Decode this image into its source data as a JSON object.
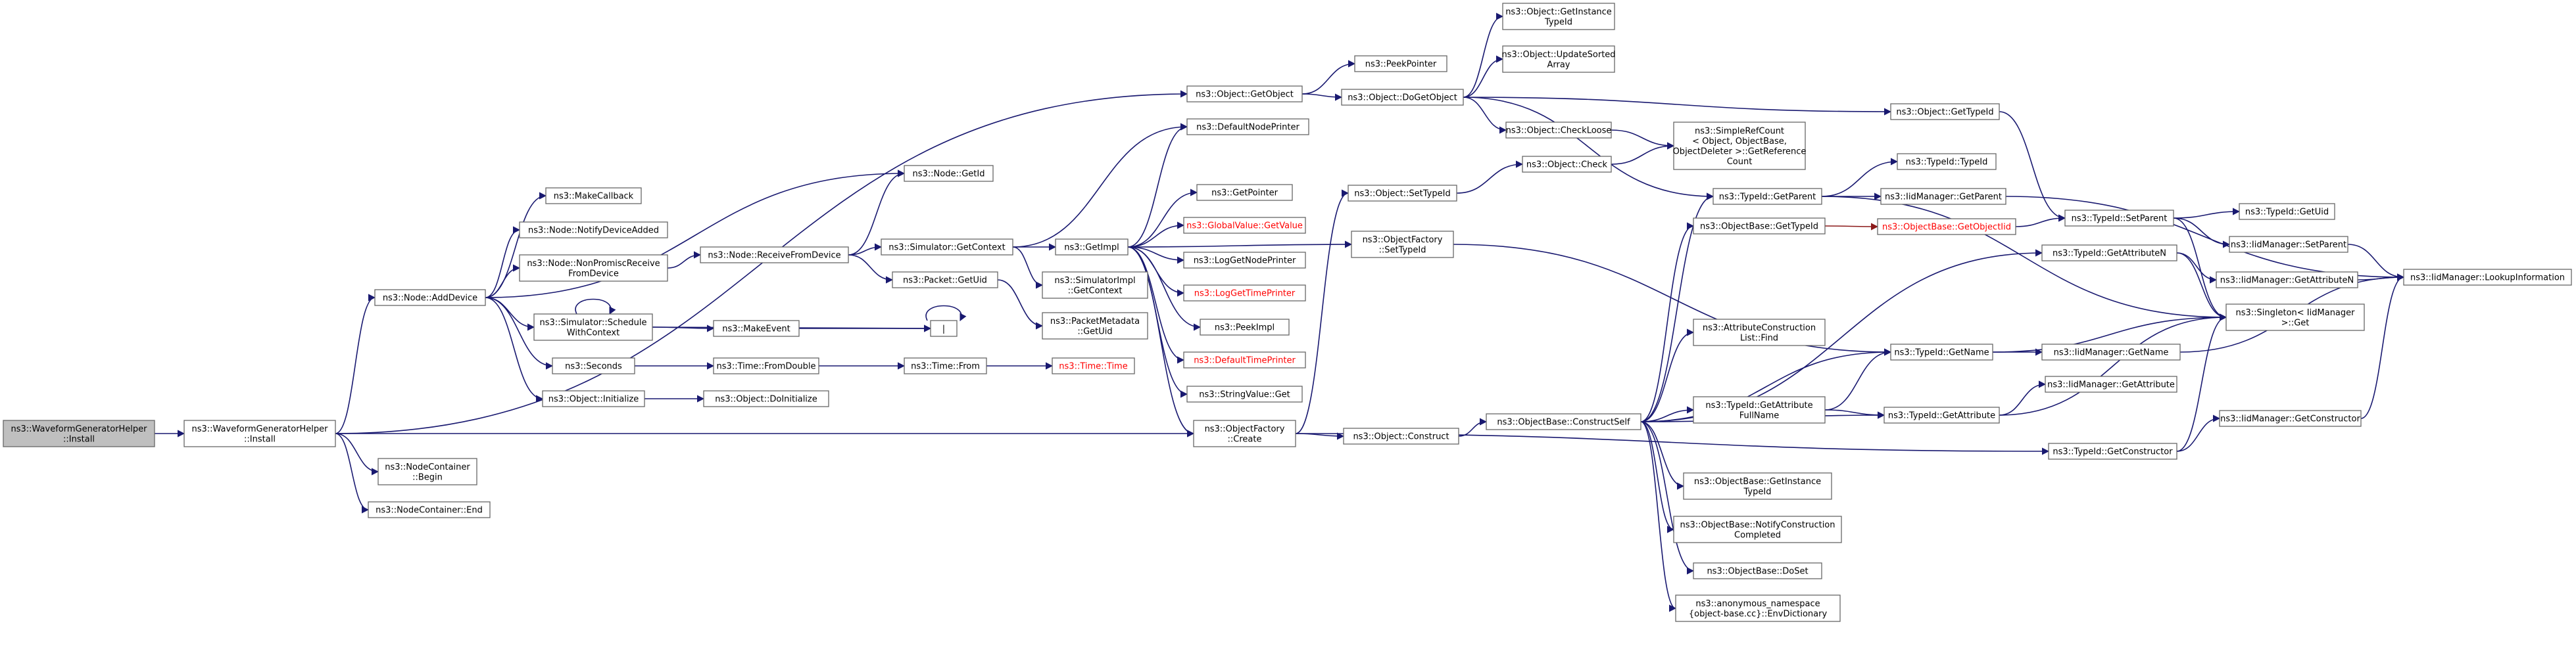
{
  "colors": {
    "edge": "#191970",
    "edge_red": "#8b1a1a",
    "box_fill": "#ffffff",
    "box_fill_root": "#bfbfbf",
    "box_stroke": "#666666",
    "text": "#000000",
    "text_red": "#ff0000"
  },
  "nodes": [
    {
      "id": "install_root",
      "lines": [
        "ns3::WaveformGeneratorHelper",
        "::Install"
      ],
      "root": true
    },
    {
      "id": "helper_install",
      "lines": [
        "ns3::WaveformGeneratorHelper",
        "::Install"
      ]
    },
    {
      "id": "nc_begin",
      "lines": [
        "ns3::NodeContainer",
        "::Begin"
      ]
    },
    {
      "id": "nc_end",
      "lines": [
        "ns3::NodeContainer::End"
      ]
    },
    {
      "id": "node_adddevice",
      "lines": [
        "ns3::Node::AddDevice"
      ]
    },
    {
      "id": "node_getid",
      "lines": [
        "ns3::Node::GetId"
      ]
    },
    {
      "id": "makecallback",
      "lines": [
        "ns3::MakeCallback"
      ]
    },
    {
      "id": "notifydeviceadded",
      "lines": [
        "ns3::Node::NotifyDeviceAdded"
      ]
    },
    {
      "id": "nonpromisc",
      "lines": [
        "ns3::Node::NonPromiscReceive",
        "FromDevice"
      ]
    },
    {
      "id": "schedulewithcontext",
      "lines": [
        "ns3::Simulator::Schedule",
        "WithContext"
      ]
    },
    {
      "id": "seconds",
      "lines": [
        "ns3::Seconds"
      ]
    },
    {
      "id": "object_initialize",
      "lines": [
        "ns3::Object::Initialize"
      ]
    },
    {
      "id": "receivefromdevice",
      "lines": [
        "ns3::Node::ReceiveFromDevice"
      ]
    },
    {
      "id": "makeevent",
      "lines": [
        "ns3::MakeEvent"
      ]
    },
    {
      "id": "pipe",
      "lines": [
        "|"
      ]
    },
    {
      "id": "time_fromdouble",
      "lines": [
        "ns3::Time::FromDouble"
      ]
    },
    {
      "id": "doinitialize",
      "lines": [
        "ns3::Object::DoInitialize"
      ]
    },
    {
      "id": "sim_getcontext",
      "lines": [
        "ns3::Simulator::GetContext"
      ]
    },
    {
      "id": "packet_getuid",
      "lines": [
        "ns3::Packet::GetUid"
      ]
    },
    {
      "id": "time_from",
      "lines": [
        "ns3::Time::From"
      ]
    },
    {
      "id": "time_time",
      "lines": [
        "ns3::Time::Time"
      ],
      "red": true
    },
    {
      "id": "getimpl",
      "lines": [
        "ns3::GetImpl"
      ]
    },
    {
      "id": "simimpl_getcontext",
      "lines": [
        "ns3::SimulatorImpl",
        "::GetContext"
      ]
    },
    {
      "id": "packetmetadata_getuid",
      "lines": [
        "ns3::PacketMetadata",
        "::GetUid"
      ]
    },
    {
      "id": "object_getobject",
      "lines": [
        "ns3::Object::GetObject"
      ]
    },
    {
      "id": "defaultnodeprinter",
      "lines": [
        "ns3::DefaultNodePrinter"
      ]
    },
    {
      "id": "getpointer",
      "lines": [
        "ns3::GetPointer"
      ]
    },
    {
      "id": "globalvalue_getvalue",
      "lines": [
        "ns3::GlobalValue::GetValue"
      ],
      "red": true
    },
    {
      "id": "lognodeprinter",
      "lines": [
        "ns3::LogGetNodePrinter"
      ]
    },
    {
      "id": "logtimeprinter",
      "lines": [
        "ns3::LogGetTimePrinter"
      ],
      "red": true
    },
    {
      "id": "peekimpl",
      "lines": [
        "ns3::PeekImpl"
      ]
    },
    {
      "id": "defaulttimeprinter",
      "lines": [
        "ns3::DefaultTimePrinter"
      ],
      "red": true
    },
    {
      "id": "stringvalue_get",
      "lines": [
        "ns3::StringValue::Get"
      ]
    },
    {
      "id": "objectfactory_create",
      "lines": [
        "ns3::ObjectFactory",
        "::Create"
      ]
    },
    {
      "id": "peekpointer",
      "lines": [
        "ns3::PeekPointer"
      ]
    },
    {
      "id": "object_dogetobject",
      "lines": [
        "ns3::Object::DoGetObject"
      ]
    },
    {
      "id": "object_settypeid",
      "lines": [
        "ns3::Object::SetTypeId"
      ]
    },
    {
      "id": "objectfactory_settypeid",
      "lines": [
        "ns3::ObjectFactory",
        "::SetTypeId"
      ]
    },
    {
      "id": "object_construct",
      "lines": [
        "ns3::Object::Construct"
      ]
    },
    {
      "id": "object_getinstancetypeid",
      "lines": [
        "ns3::Object::GetInstance",
        "TypeId"
      ]
    },
    {
      "id": "object_updatesortedarray",
      "lines": [
        "ns3::Object::UpdateSorted",
        "Array"
      ]
    },
    {
      "id": "object_checkloose",
      "lines": [
        "ns3::Object::CheckLoose"
      ]
    },
    {
      "id": "object_check",
      "lines": [
        "ns3::Object::Check"
      ]
    },
    {
      "id": "simplerefcount",
      "lines": [
        "ns3::SimpleRefCount",
        "< Object, ObjectBase,",
        "ObjectDeleter >::GetReference",
        "Count"
      ]
    },
    {
      "id": "objectbase_constructself",
      "lines": [
        "ns3::ObjectBase::ConstructSelf"
      ]
    },
    {
      "id": "objectbase_gettypeid",
      "lines": [
        "ns3::ObjectBase::GetTypeId"
      ]
    },
    {
      "id": "attrconstructionlist_find",
      "lines": [
        "ns3::AttributeConstruction",
        "List::Find"
      ]
    },
    {
      "id": "typeid_getattributefullname",
      "lines": [
        "ns3::TypeId::GetAttribute",
        "FullName"
      ]
    },
    {
      "id": "objectbase_getinstancetypeid",
      "lines": [
        "ns3::ObjectBase::GetInstance",
        "TypeId"
      ]
    },
    {
      "id": "notifyconstructioncompleted",
      "lines": [
        "ns3::ObjectBase::NotifyConstruction",
        "Completed"
      ]
    },
    {
      "id": "objectbase_doset",
      "lines": [
        "ns3::ObjectBase::DoSet"
      ]
    },
    {
      "id": "envdictionary",
      "lines": [
        "ns3::anonymous_namespace",
        "{object-base.cc}::EnvDictionary"
      ]
    },
    {
      "id": "object_gettypeid",
      "lines": [
        "ns3::Object::GetTypeId"
      ]
    },
    {
      "id": "typeid_getparent",
      "lines": [
        "ns3::TypeId::GetParent"
      ]
    },
    {
      "id": "typeid_typeid",
      "lines": [
        "ns3::TypeId::TypeId"
      ]
    },
    {
      "id": "iidmanager_getparent",
      "lines": [
        "ns3::IidManager::GetParent"
      ]
    },
    {
      "id": "objectbase_getobjectiid",
      "lines": [
        "ns3::ObjectBase::GetObjectIid"
      ],
      "red": true
    },
    {
      "id": "typeid_setparent",
      "lines": [
        "ns3::TypeId::SetParent"
      ]
    },
    {
      "id": "typeid_getattributen",
      "lines": [
        "ns3::TypeId::GetAttributeN"
      ]
    },
    {
      "id": "typeid_getname",
      "lines": [
        "ns3::TypeId::GetName"
      ]
    },
    {
      "id": "typeid_getattribute",
      "lines": [
        "ns3::TypeId::GetAttribute"
      ]
    },
    {
      "id": "typeid_getconstructor",
      "lines": [
        "ns3::TypeId::GetConstructor"
      ]
    },
    {
      "id": "typeid_getuid",
      "lines": [
        "ns3::TypeId::GetUid"
      ]
    },
    {
      "id": "iidmanager_setparent",
      "lines": [
        "ns3::IidManager::SetParent"
      ]
    },
    {
      "id": "iidmanager_getattributen",
      "lines": [
        "ns3::IidManager::GetAttributeN"
      ]
    },
    {
      "id": "singleton_get",
      "lines": [
        "ns3::Singleton< IidManager",
        ">::Get"
      ]
    },
    {
      "id": "iidmanager_getname",
      "lines": [
        "ns3::IidManager::GetName"
      ]
    },
    {
      "id": "iidmanager_getattribute",
      "lines": [
        "ns3::IidManager::GetAttribute"
      ]
    },
    {
      "id": "iidmanager_getconstructor",
      "lines": [
        "ns3::IidManager::GetConstructor"
      ]
    },
    {
      "id": "iidmanager_lookupinformation",
      "lines": [
        "ns3::IidManager::LookupInformation"
      ]
    }
  ]
}
